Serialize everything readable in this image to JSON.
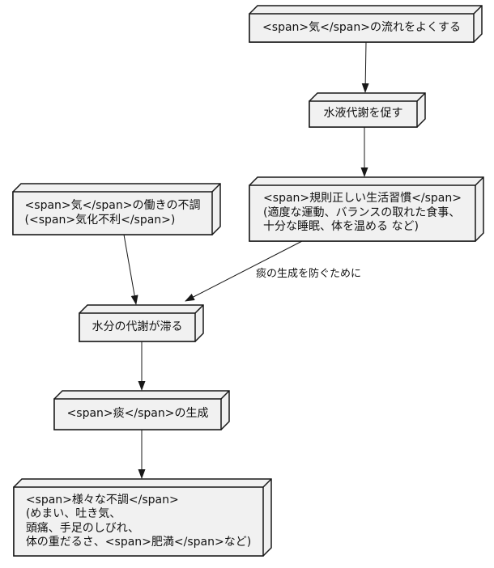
{
  "diagram": {
    "colors": {
      "background": "#ffffff",
      "node_fill": "#f1f1f1",
      "node_border": "#181818",
      "edge_color": "#181818",
      "text_color": "#111111"
    },
    "nodes": {
      "flow": {
        "label": "<span>気</span>の流れをよくする"
      },
      "metabolism": {
        "label": "水液代謝を促す"
      },
      "lifestyle": {
        "label": "<span>規則正しい生活習慣</span>\n(適度な運動、バランスの取れた食事、\n十分な睡眠、体を温める など)"
      },
      "qi_disorder": {
        "label": "<span>気</span>の働きの不調\n(<span>気化不利</span>)"
      },
      "stagnation": {
        "label": "水分の代謝が滞る"
      },
      "phlegm": {
        "label": "<span>痰</span>の生成"
      },
      "disorders": {
        "label": "<span>様々な不調</span>\n(めまい、吐き気、\n頭痛、手足のしびれ、\n体の重だるさ、<span>肥満</span>など)"
      }
    },
    "edges": [
      {
        "from": "flow",
        "to": "metabolism",
        "label": ""
      },
      {
        "from": "metabolism",
        "to": "lifestyle",
        "label": ""
      },
      {
        "from": "qi_disorder",
        "to": "stagnation",
        "label": ""
      },
      {
        "from": "lifestyle",
        "to": "stagnation",
        "label": "痰の生成を防ぐために"
      },
      {
        "from": "stagnation",
        "to": "phlegm",
        "label": ""
      },
      {
        "from": "phlegm",
        "to": "disorders",
        "label": ""
      }
    ],
    "edge_label": "痰の生成を防ぐために"
  }
}
